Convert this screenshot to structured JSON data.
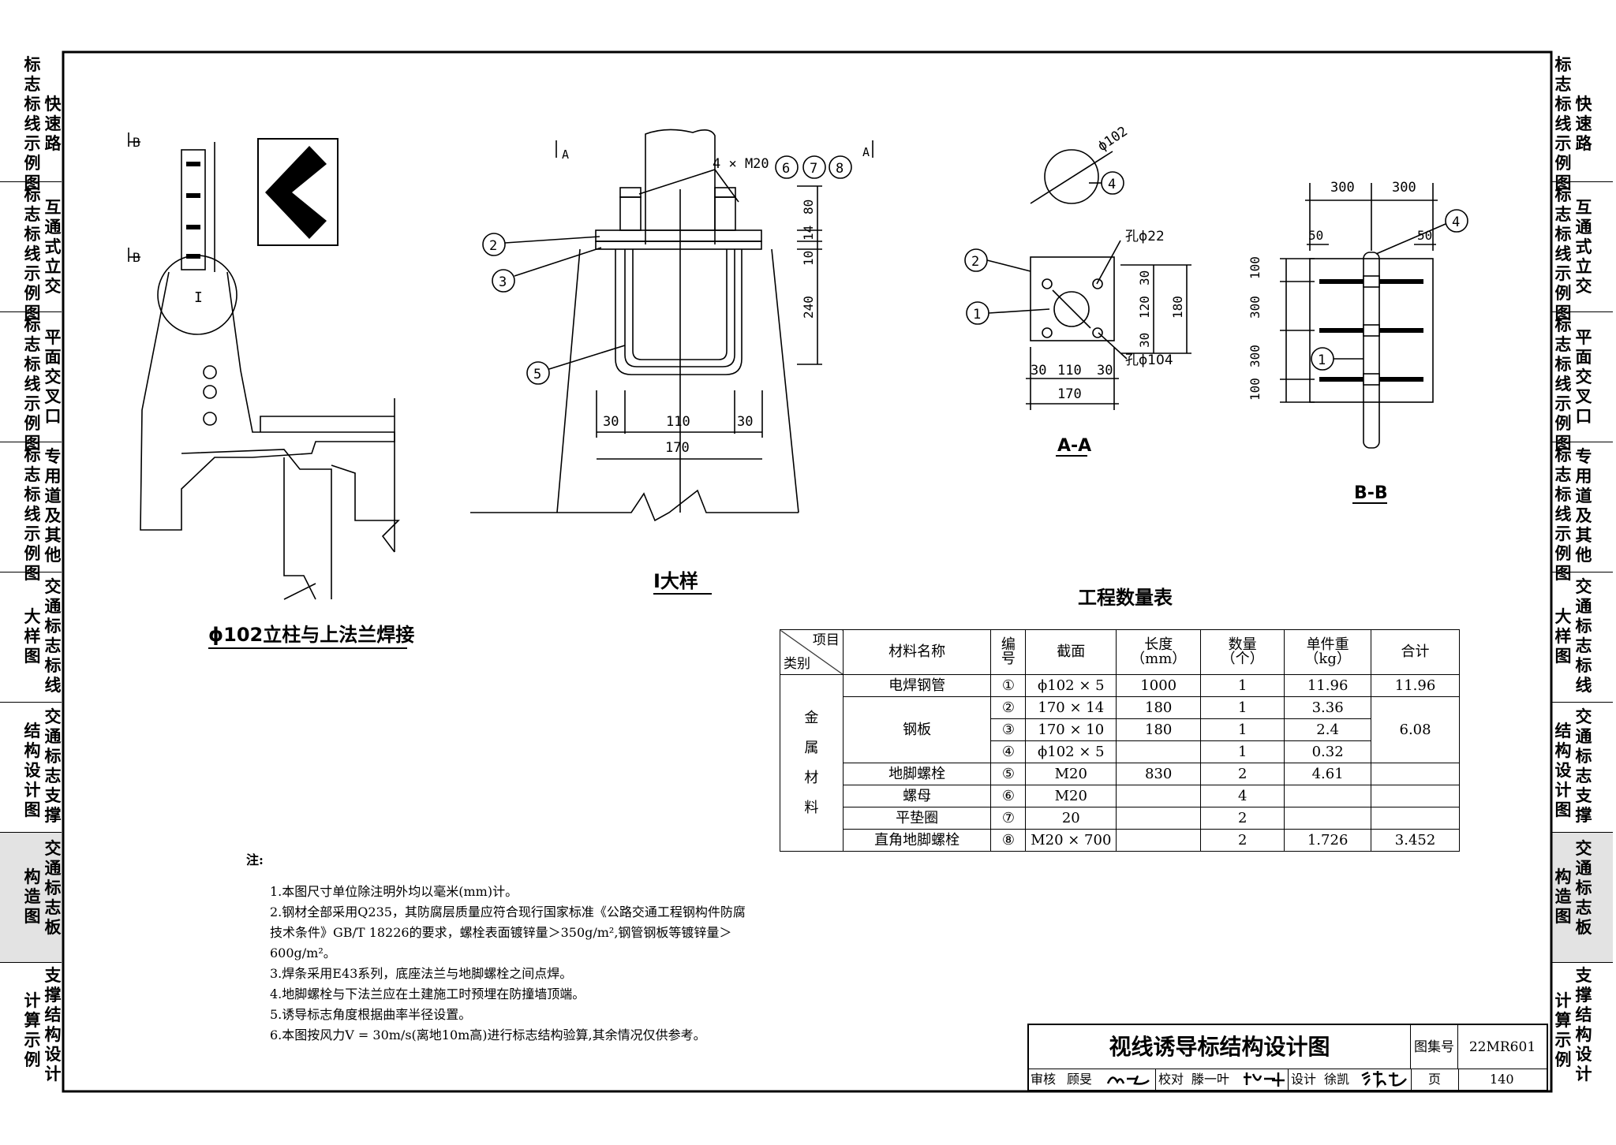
{
  "side_left": [
    {
      "col1": "标志标线示例图",
      "col2": "快速路"
    },
    {
      "col1": "标志标线示例图",
      "col2": "互通式立交"
    },
    {
      "col1": "标志标线示例图",
      "col2": "平面交叉口"
    },
    {
      "col1": "标志标线示例图",
      "col2": "专用道及其他"
    },
    {
      "col1": "大样图",
      "col2": "交通标志标线"
    },
    {
      "col1": "结构设计图",
      "col2": "交通标志支撑"
    },
    {
      "col1": "构造图",
      "col2": "交通标志板"
    },
    {
      "col1": "计算示例",
      "col2": "支撑结构设计"
    }
  ],
  "side_right": [
    {
      "col1": "标志标线示例图",
      "col2": "快速路"
    },
    {
      "col1": "标志标线示例图",
      "col2": "互通式立交"
    },
    {
      "col1": "标志标线示例图",
      "col2": "平面交叉口"
    },
    {
      "col1": "标志标线示例图",
      "col2": "专用道及其他"
    },
    {
      "col1": "大样图",
      "col2": "交通标志标线"
    },
    {
      "col1": "结构设计图",
      "col2": "交通标志支撑"
    },
    {
      "col1": "构造图",
      "col2": "交通标志板"
    },
    {
      "col1": "计算示例",
      "col2": "支撑结构设计"
    }
  ],
  "drawing": {
    "left_caption": "ϕ102立柱与上法兰焊接",
    "detail_caption": "Ⅰ大样",
    "section_aa": "A-A",
    "section_bb": "B-B",
    "bolt_label": "4 × M20",
    "marker_A": "A",
    "marker_B": "B",
    "marker_I": "I",
    "hole_22": "孔ϕ22",
    "hole_104": "孔ϕ104",
    "dia_102": "ϕ102",
    "dim_detail": {
      "d30a": "30",
      "d110": "110",
      "d30b": "30",
      "d170": "170",
      "v80": "80",
      "v14": "14",
      "v10": "10",
      "v240": "240"
    },
    "dim_aa": {
      "d30a": "30",
      "d110": "110",
      "d30b": "30",
      "d170": "170",
      "v30a": "30",
      "v120": "120",
      "v30b": "30",
      "v180": "180"
    },
    "dim_bb": {
      "h300a": "300",
      "h300b": "300",
      "h50a": "50",
      "h50b": "50",
      "v100a": "100",
      "v300a": "300",
      "v300b": "300",
      "v100b": "100"
    },
    "callouts": [
      "1",
      "2",
      "3",
      "4",
      "5",
      "6",
      "7",
      "8"
    ]
  },
  "table": {
    "title": "工程数量表",
    "header": {
      "item": "项目",
      "category": "类别",
      "name": "材料名称",
      "no": "编号",
      "section": "截面",
      "length": "长度（mm）",
      "qty": "数量（个）",
      "unit_wt": "单件重（kg）",
      "total": "合计"
    },
    "category_chars": [
      "金",
      "属",
      "材",
      "料"
    ],
    "rows": [
      {
        "name": "电焊钢管",
        "no": "①",
        "section": "ϕ102 × 5",
        "length": "1000",
        "qty": "1",
        "unit": "11.96",
        "total": "11.96"
      },
      {
        "name": "钢板",
        "no": "②",
        "section": "170 × 14",
        "length": "180",
        "qty": "1",
        "unit": "3.36",
        "total": "6.08"
      },
      {
        "name": "",
        "no": "③",
        "section": "170 × 10",
        "length": "180",
        "qty": "1",
        "unit": "2.4",
        "total": ""
      },
      {
        "name": "",
        "no": "④",
        "section": "ϕ102 × 5",
        "length": "",
        "qty": "1",
        "unit": "0.32",
        "total": ""
      },
      {
        "name": "地脚螺栓",
        "no": "⑤",
        "section": "M20",
        "length": "830",
        "qty": "2",
        "unit": "4.61",
        "total": ""
      },
      {
        "name": "螺母",
        "no": "⑥",
        "section": "M20",
        "length": "",
        "qty": "4",
        "unit": "",
        "total": ""
      },
      {
        "name": "平垫圈",
        "no": "⑦",
        "section": "20",
        "length": "",
        "qty": "2",
        "unit": "",
        "total": ""
      },
      {
        "name": "直角地脚螺栓",
        "no": "⑧",
        "section": "M20 × 700",
        "length": "",
        "qty": "2",
        "unit": "1.726",
        "total": "3.452"
      }
    ]
  },
  "notes": {
    "label": "注:",
    "lines": [
      "1.本图尺寸单位除注明外均以毫米(mm)计。",
      "2.钢材全部采用Q235，其防腐层质量应符合现行国家标准《公路交通工程钢构件防腐",
      "技术条件》GB/T 18226的要求，螺栓表面镀锌量＞350g/m²,钢管钢板等镀锌量＞",
      "600g/m²。",
      "3.焊条采用E43系列，底座法兰与地脚螺栓之间点焊。",
      "4.地脚螺栓与下法兰应在土建施工时预埋在防撞墙顶端。",
      "5.诱导标志角度根据曲率半径设置。",
      "6.本图按风力V = 30m/s(离地10m高)进行标志结构验算,其余情况仅供参考。"
    ]
  },
  "title_block": {
    "title": "视线诱导标结构设计图",
    "atlas_label": "图集号",
    "atlas_no": "22MR601",
    "review_label": "审核",
    "reviewer": "顾旻",
    "check_label": "校对",
    "checker": "滕一叶",
    "design_label": "设计",
    "designer": "徐凯",
    "page_label": "页",
    "page_no": "140"
  }
}
